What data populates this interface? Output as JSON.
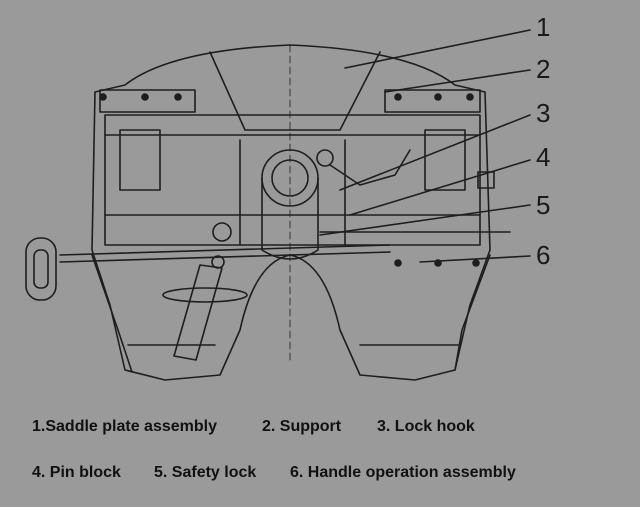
{
  "callouts": [
    "1",
    "2",
    "3",
    "4",
    "5",
    "6"
  ],
  "legend": {
    "row1": [
      "1.Saddle plate assembly",
      "2. Support",
      "3. Lock hook"
    ],
    "row2": [
      "4. Pin block",
      "5. Safety lock",
      "6. Handle operation assembly"
    ]
  }
}
